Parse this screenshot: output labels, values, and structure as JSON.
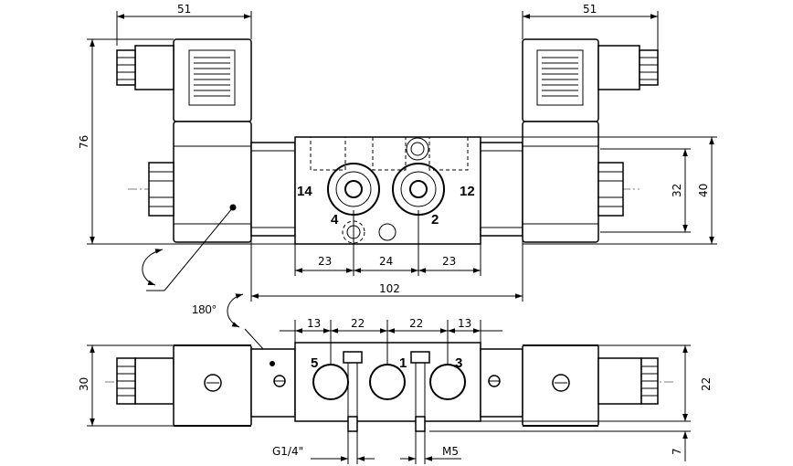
{
  "top_view": {
    "dims": {
      "left_coil_width": "51",
      "right_coil_width": "51",
      "height": "76",
      "port_spacing_32": "32",
      "body_height": "40",
      "spacing_a": "23",
      "spacing_b": "24",
      "spacing_c": "23",
      "total_length": "102"
    },
    "ports": {
      "p14": "14",
      "p12": "12",
      "p4": "4",
      "p2": "2"
    }
  },
  "rotation_label": "180°",
  "bottom_view": {
    "dims": {
      "d1": "13",
      "d2": "22",
      "d3": "22",
      "d4": "13",
      "width": "30",
      "right_22": "22",
      "right_7": "7",
      "thread_left": "G1/4\"",
      "thread_right": "M5"
    },
    "ports": {
      "p5": "5",
      "p1": "1",
      "p3": "3"
    }
  }
}
